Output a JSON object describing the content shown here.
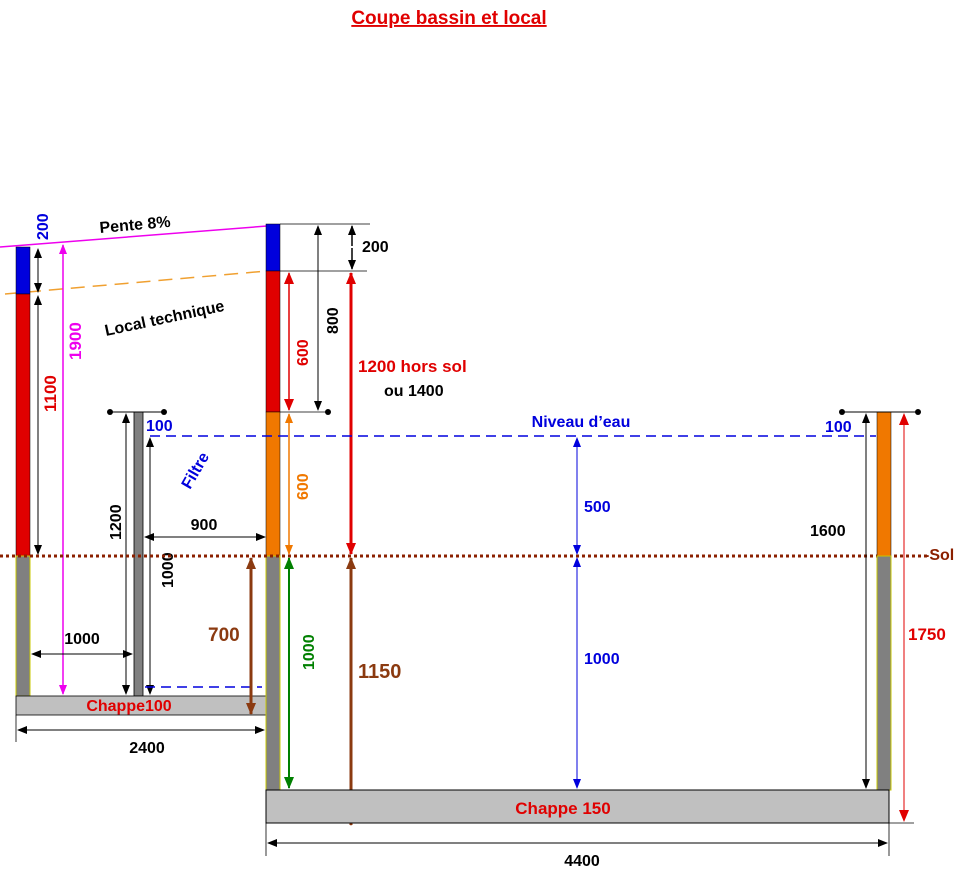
{
  "title": "Coupe bassin et local",
  "labels": {
    "pente": "Pente 8%",
    "local_technique": "Local technique",
    "filtre": "Filtre",
    "niveau_eau": "Niveau d’eau",
    "sol": "-Sol",
    "hors_sol": "1200 hors sol",
    "ou_1400": "ou 1400",
    "chappe_local": "Chappe100",
    "chappe_bassin": "Chappe 150"
  },
  "dimensions": {
    "d200_left": "200",
    "d1900": "1900",
    "d1100": "1100",
    "d1200": "1200",
    "d100_left": "100",
    "d900": "900",
    "d1000_filtre": "1000",
    "d1000_bottom": "1000",
    "d2400": "2400",
    "d200_right": "200",
    "d800": "800",
    "d600_red": "600",
    "d600_orange": "600",
    "d700": "700",
    "d1000_green": "1000",
    "d1150": "1150",
    "d500": "500",
    "d1000_blue": "1000",
    "d4400": "4400",
    "d100_right": "100",
    "d1600": "1600",
    "d1750": "1750"
  },
  "colors": {
    "title": "#e00000",
    "blue": "#0000dd",
    "red": "#e00000",
    "orange": "#f07800",
    "gray": "#808080",
    "slab": "#c0c0c0",
    "magenta": "#ee00ee",
    "brown": "#8b3a10",
    "green": "#008000",
    "sol": "#8b2000",
    "dash_orange": "#f0a030"
  }
}
